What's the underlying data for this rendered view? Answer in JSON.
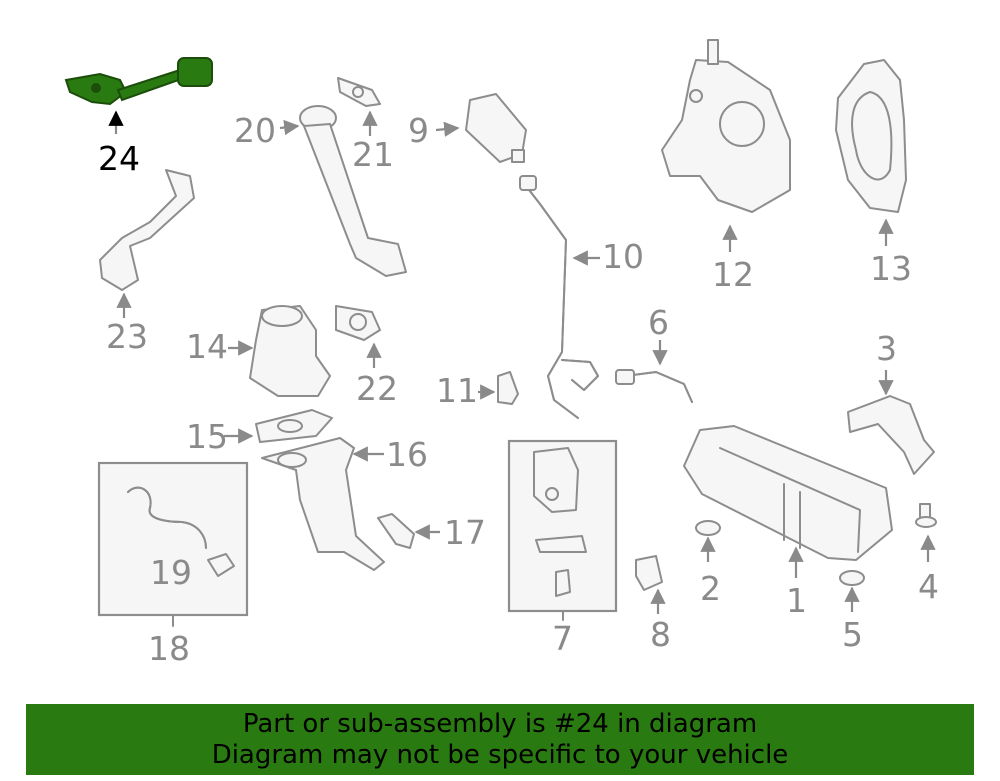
{
  "callouts": {
    "c1": "1",
    "c2": "2",
    "c3": "3",
    "c4": "4",
    "c5": "5",
    "c6": "6",
    "c7": "7",
    "c8": "8",
    "c9": "9",
    "c10": "10",
    "c11": "11",
    "c12": "12",
    "c13": "13",
    "c14": "14",
    "c15": "15",
    "c16": "16",
    "c17": "17",
    "c18": "18",
    "c19": "19",
    "c20": "20",
    "c21": "21",
    "c22": "22",
    "c23": "23",
    "c24": "24"
  },
  "highlight": {
    "part": "24",
    "color": "#2a7a12"
  },
  "banner": {
    "line1": "Part or sub-assembly is #24 in diagram",
    "line2": "Diagram may not be specific to your vehicle",
    "background": "#2a7a12"
  }
}
